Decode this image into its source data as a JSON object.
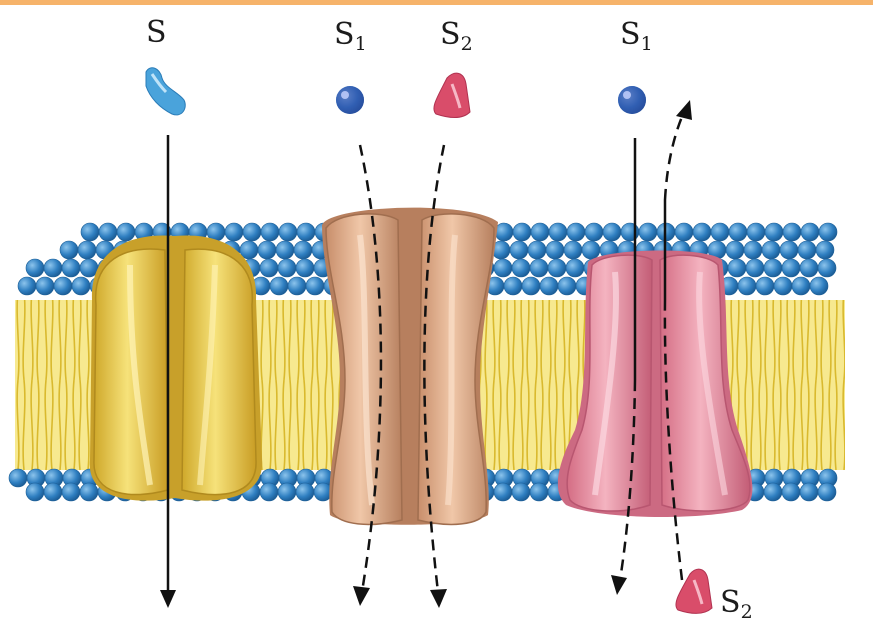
{
  "labels": {
    "s": "S",
    "s1_center": {
      "base": "S",
      "sub": "1"
    },
    "s2_center": {
      "base": "S",
      "sub": "2"
    },
    "s1_right": {
      "base": "S",
      "sub": "1"
    },
    "s2_bottom": {
      "base": "S",
      "sub": "2"
    }
  },
  "colors": {
    "accent_bar": "#f6b36a",
    "phospholipid_head": "#2f7fc1",
    "lipid_tail": "#f4e27a",
    "uniporter": "#e7c94b",
    "symporter": "#d9a383",
    "antiporter": "#e8899c",
    "solute_s": "#4aa3db",
    "solute_s1": "#3345a8",
    "solute_s2": "#d94d6a"
  }
}
